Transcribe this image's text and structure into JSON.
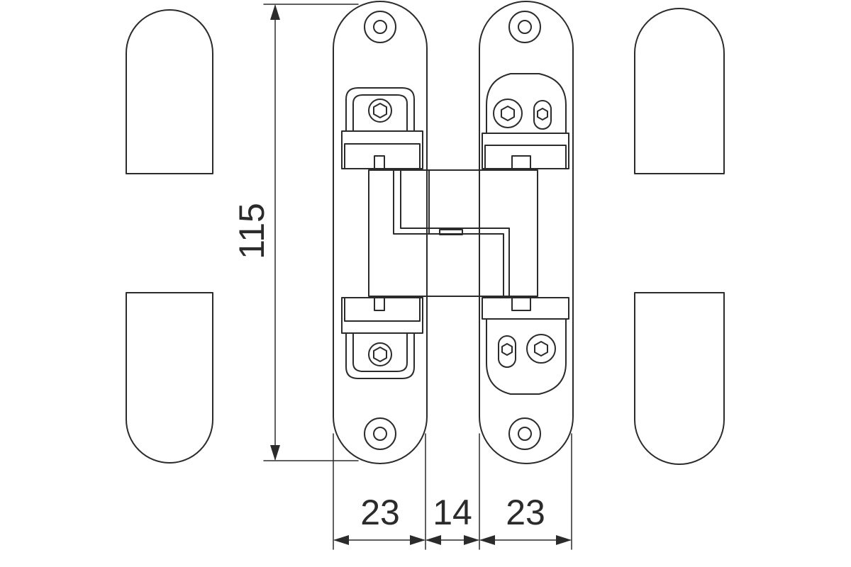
{
  "dimensions": {
    "height_label": "115",
    "width_left_label": "23",
    "gap_label": "14",
    "width_right_label": "23"
  },
  "colors": {
    "line": "#2b2b2b",
    "background": "#ffffff"
  }
}
